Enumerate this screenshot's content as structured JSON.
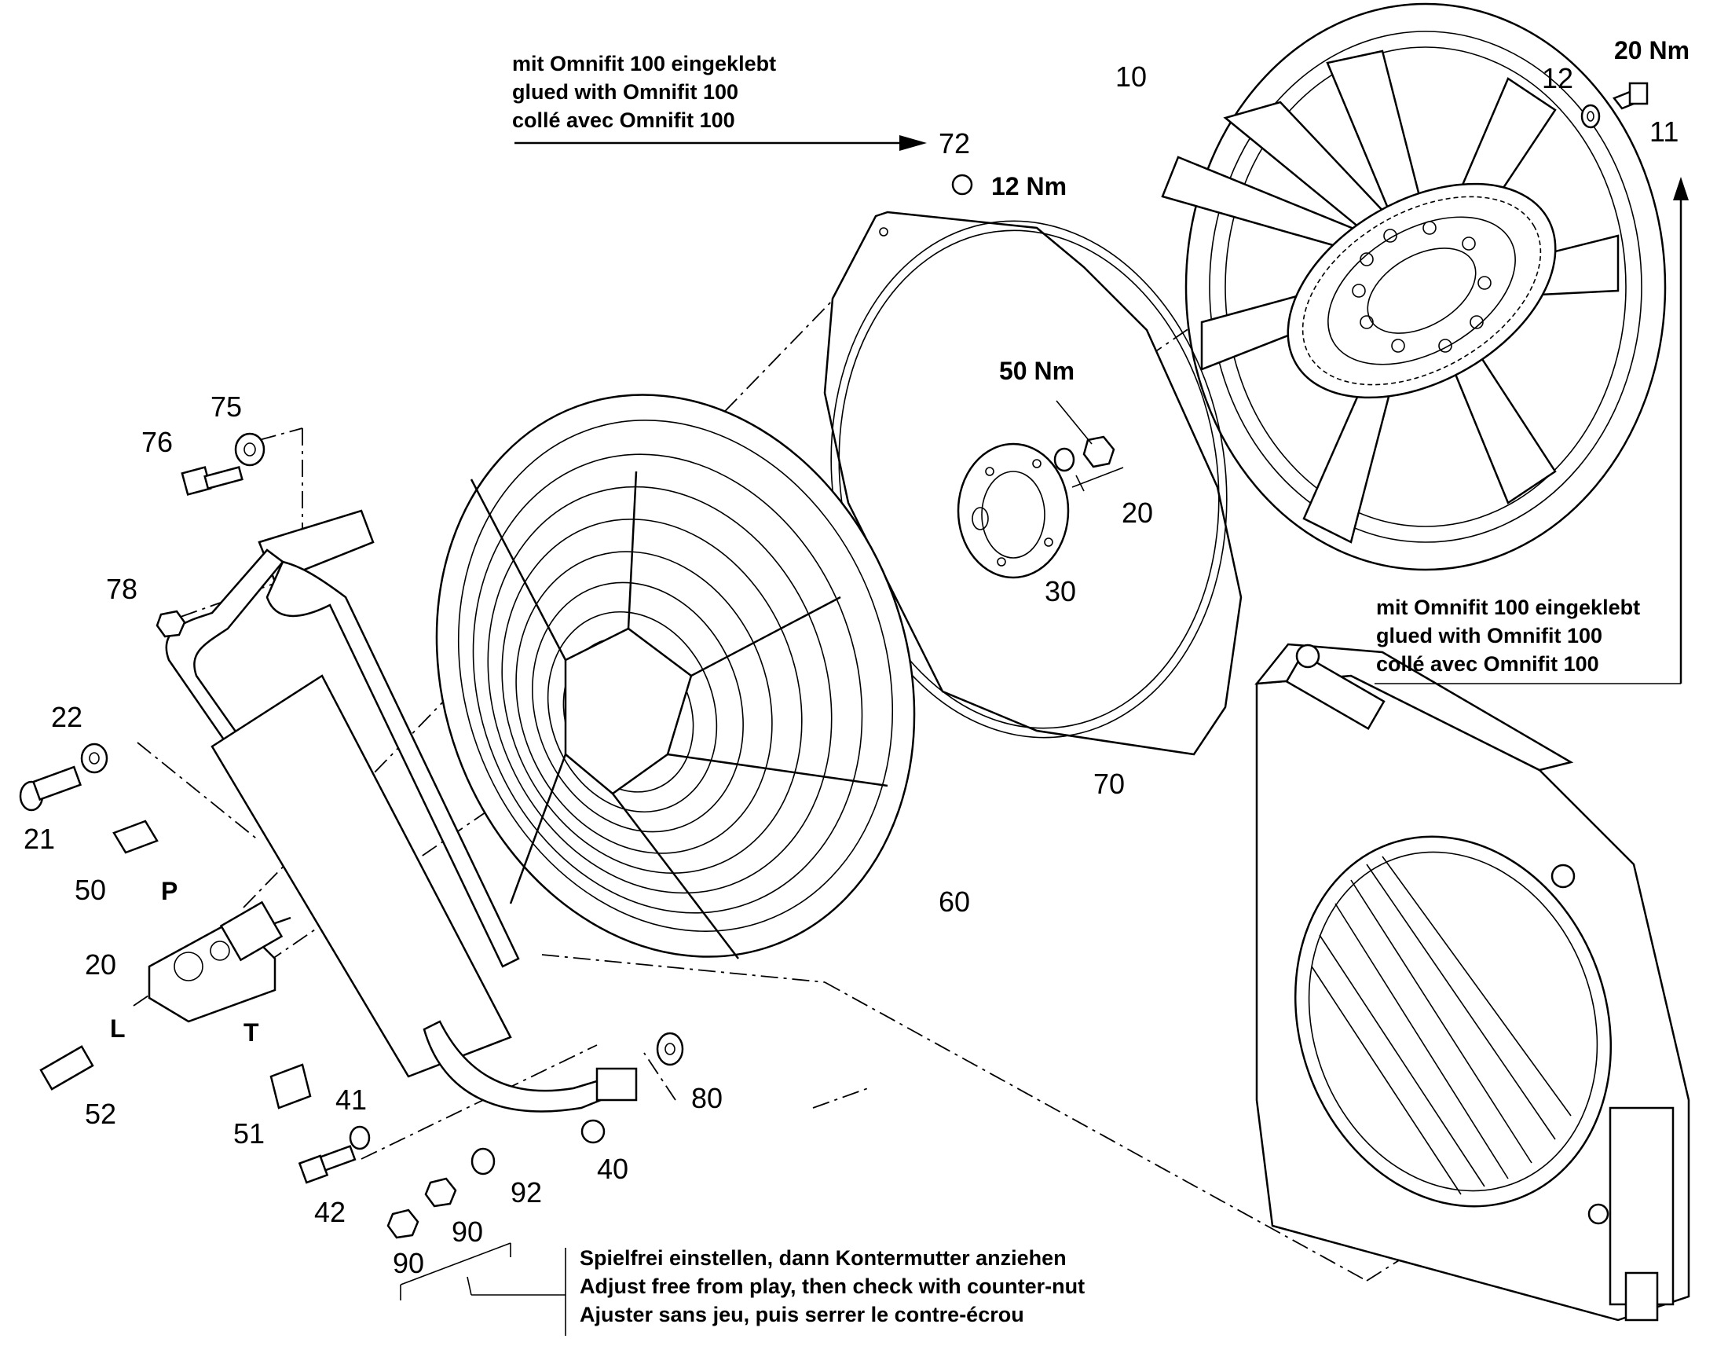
{
  "labels": {
    "p10": "10",
    "p11": "11",
    "p12": "12",
    "p20_nut": "20",
    "p20_pump": "20",
    "p21": "21",
    "p22": "22",
    "p30": "30",
    "p40": "40",
    "p41": "41",
    "p42": "42",
    "p50": "50",
    "p51": "51",
    "p52": "52",
    "p60": "60",
    "p70": "70",
    "p72": "72",
    "p75": "75",
    "p76": "76",
    "p78": "78",
    "p80": "80",
    "p90a": "90",
    "p90b": "90",
    "p92": "92"
  },
  "ports": {
    "P": "P",
    "L": "L",
    "T": "T"
  },
  "torques": {
    "t20": "20 Nm",
    "t12": "12 Nm",
    "t50": "50 Nm"
  },
  "notes": {
    "glue_top": [
      "mit Omnifit 100 eingeklebt",
      "glued with Omnifit 100",
      "collé avec Omnifit 100"
    ],
    "glue_right": [
      "mit Omnifit 100 eingeklebt",
      "glued with Omnifit 100",
      "collé avec Omnifit 100"
    ],
    "adjust": [
      "Spielfrei einstellen, dann Kontermutter anziehen",
      "Adjust free from play, then check with counter-nut",
      "Ajuster sans jeu, puis serrer le contre-écrou"
    ]
  }
}
